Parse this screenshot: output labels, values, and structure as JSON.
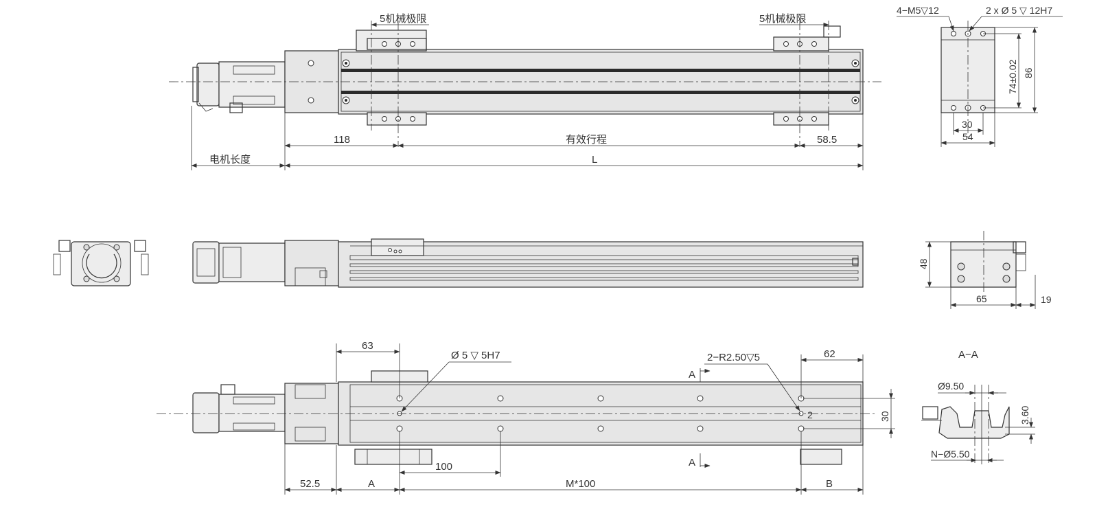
{
  "labels": {
    "mech_limit_left": "5机械极限",
    "mech_limit_right": "5机械极限",
    "hole_spec_1": "4−M5▽12",
    "hole_spec_2": "2 x Ø 5 ▽ 12H7",
    "dim_118": "118",
    "effective_stroke": "有效行程",
    "dim_58_5": "58.5",
    "motor_length": "电机长度",
    "dim_L": "L",
    "dim_74": "74±0.02",
    "dim_86": "86",
    "dim_30_top": "30",
    "dim_54": "54",
    "dim_48": "48",
    "dim_65": "65",
    "dim_19": "19",
    "dim_63": "63",
    "hole_phi5": "Ø 5 ▽ 5H7",
    "slot_spec": "2−R2.50▽5",
    "dim_62": "62",
    "section_title": "A−A",
    "section_mark_top": "A",
    "section_mark_bottom": "A",
    "dim_phi9_5": "Ø9.50",
    "dim_2": "2",
    "dim_30_side": "30",
    "dim_3_60": "3.60",
    "dim_n_phi5_5": "N−Ø5.50",
    "dim_100": "100",
    "dim_52_5": "52.5",
    "dim_A": "A",
    "dim_M100": "M*100",
    "dim_B": "B"
  },
  "colors": {
    "line": "#333333",
    "body_fill": "#e6e6e6",
    "rail_dark": "#2b2b2b",
    "background": "#ffffff"
  }
}
